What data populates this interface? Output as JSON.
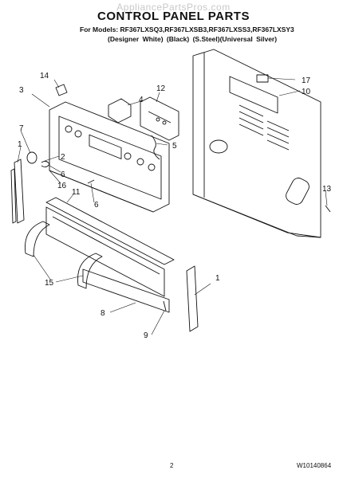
{
  "header": {
    "watermark": "AppliancePartsPros.com",
    "title": "CONTROL PANEL PARTS",
    "models_line": "For Models: RF367LXSQ3,RF367LXSB3,RF367LXSS3,RF367LXSY3",
    "finishes_line": "(Designer White)     (Black)          (S.Steel)(Universal Silver)"
  },
  "callouts": [
    {
      "id": "c14",
      "label": "14"
    },
    {
      "id": "c12",
      "label": "12"
    },
    {
      "id": "c17",
      "label": "17"
    },
    {
      "id": "c10",
      "label": "10"
    },
    {
      "id": "c3",
      "label": "3"
    },
    {
      "id": "c4",
      "label": "4"
    },
    {
      "id": "c7",
      "label": "7"
    },
    {
      "id": "c5",
      "label": "5"
    },
    {
      "id": "c1a",
      "label": "1"
    },
    {
      "id": "c2",
      "label": "2"
    },
    {
      "id": "c6a",
      "label": "6"
    },
    {
      "id": "c16",
      "label": "16"
    },
    {
      "id": "c11",
      "label": "11"
    },
    {
      "id": "c6b",
      "label": "6"
    },
    {
      "id": "c13",
      "label": "13"
    },
    {
      "id": "c15",
      "label": "15"
    },
    {
      "id": "c1b",
      "label": "1"
    },
    {
      "id": "c8",
      "label": "8"
    },
    {
      "id": "c9",
      "label": "9"
    }
  ],
  "footer": {
    "page_number": "2",
    "doc_code": "W10140864"
  }
}
